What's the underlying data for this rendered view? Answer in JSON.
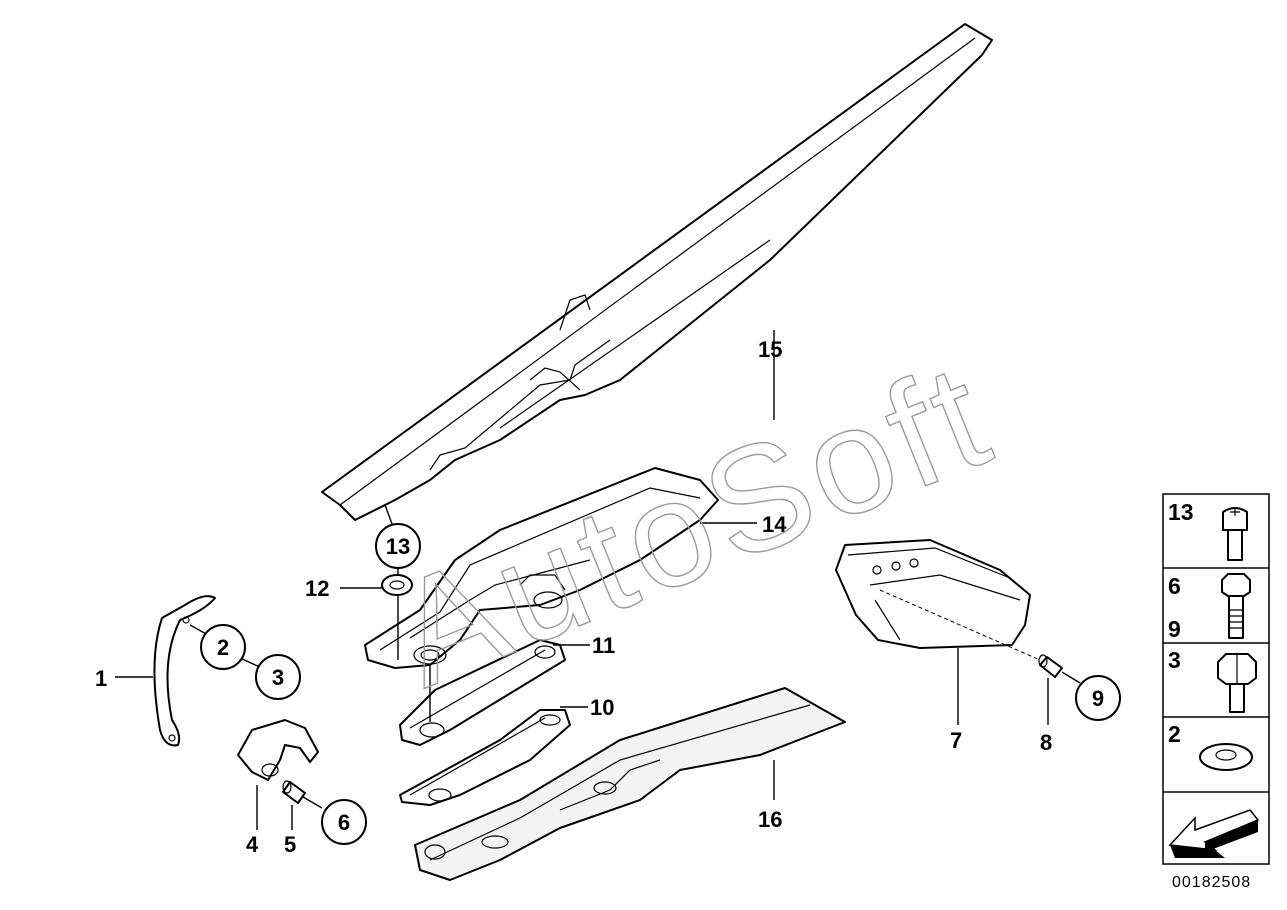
{
  "watermark": "AutoSoft",
  "callouts": {
    "c1": "1",
    "c2": "2",
    "c3": "3",
    "c4": "4",
    "c5": "5",
    "c6": "6",
    "c7": "7",
    "c8": "8",
    "c9": "9",
    "c10": "10",
    "c11": "11",
    "c12": "12",
    "c13": "13",
    "c14": "14",
    "c15": "15",
    "c16": "16"
  },
  "legend": {
    "items": [
      {
        "label": "13"
      },
      {
        "label_top": "6",
        "label_bottom": "9"
      },
      {
        "label": "3"
      },
      {
        "label": "2"
      }
    ]
  },
  "document_number": "00182508"
}
